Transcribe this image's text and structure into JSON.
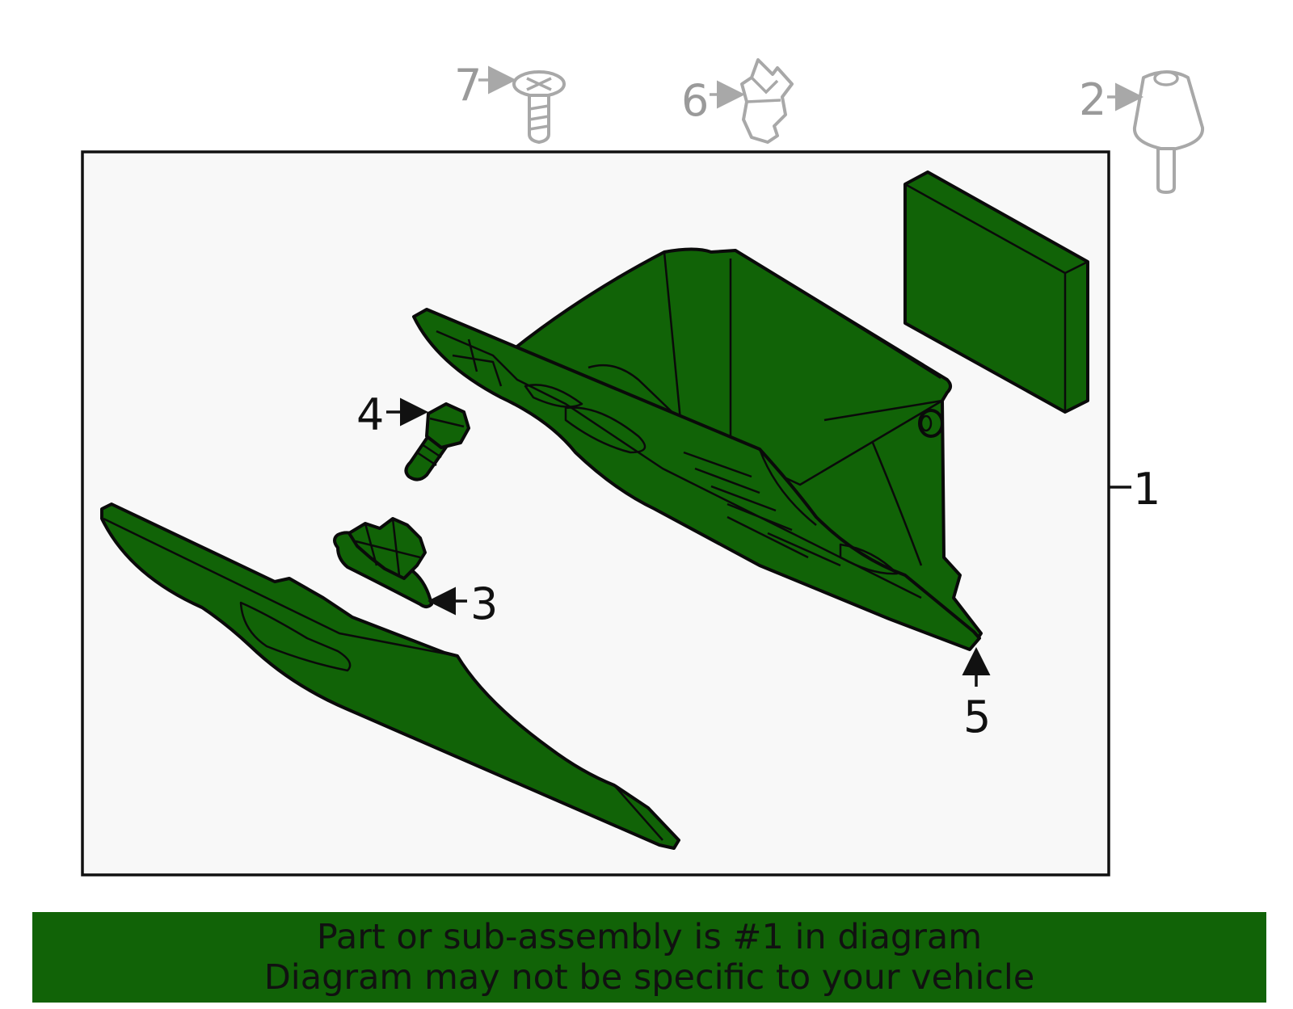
{
  "callouts": {
    "c1": "1",
    "c2": "2",
    "c3": "3",
    "c4": "4",
    "c5": "5",
    "c6": "6",
    "c7": "7"
  },
  "banner": {
    "line1": "Part or sub-assembly is #1 in diagram",
    "line2": "Diagram may not be specific to your vehicle"
  },
  "colors": {
    "part_fill": "#116307",
    "banner_fill": "#116307",
    "frame_fill": "#f8f8f8",
    "ghost_stroke": "#a8a8a8"
  }
}
